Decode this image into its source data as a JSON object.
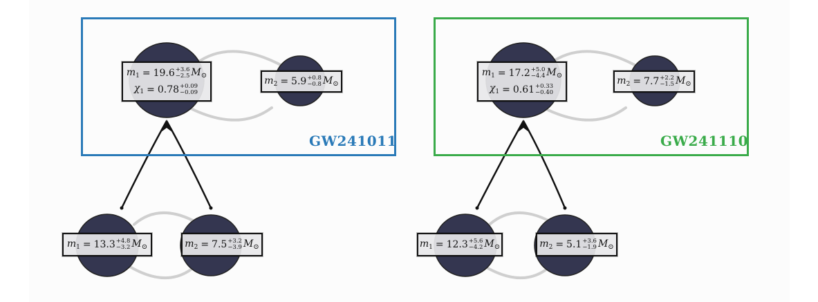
{
  "colors": {
    "bh_fill": "#343650",
    "orbit": "#cfcfcf",
    "arrow": "#111111",
    "event_left": "#2a7ab8",
    "event_right": "#3aab4a"
  },
  "units": {
    "msun_symbol": "M",
    "odot": "⊙"
  },
  "events": [
    {
      "name": "GW241011",
      "remnant_primary": {
        "m_symbol": "m",
        "m_sub": "1",
        "m_value": "19.6",
        "m_err_plus": "+3.6",
        "m_err_minus": "−2.5",
        "chi_symbol": "χ",
        "chi_sub": "1",
        "chi_value": "0.78",
        "chi_err_plus": "+0.09",
        "chi_err_minus": "−0.09"
      },
      "secondary": {
        "m_symbol": "m",
        "m_sub": "2",
        "m_value": "5.9",
        "m_err_plus": "+0.8",
        "m_err_minus": "−0.8"
      },
      "progenitors": [
        {
          "m_symbol": "m",
          "m_sub": "1",
          "m_value": "13.3",
          "m_err_plus": "+4.8",
          "m_err_minus": "−3.2"
        },
        {
          "m_symbol": "m",
          "m_sub": "2",
          "m_value": "7.5",
          "m_err_plus": "+3.2",
          "m_err_minus": "−3.9"
        }
      ]
    },
    {
      "name": "GW241110",
      "remnant_primary": {
        "m_symbol": "m",
        "m_sub": "1",
        "m_value": "17.2",
        "m_err_plus": "+5.0",
        "m_err_minus": "−4.4",
        "chi_symbol": "χ",
        "chi_sub": "1",
        "chi_value": "0.61",
        "chi_err_plus": "+0.33",
        "chi_err_minus": "−0.40"
      },
      "secondary": {
        "m_symbol": "m",
        "m_sub": "2",
        "m_value": "7.7",
        "m_err_plus": "+2.2",
        "m_err_minus": "−1.5"
      },
      "progenitors": [
        {
          "m_symbol": "m",
          "m_sub": "1",
          "m_value": "12.3",
          "m_err_plus": "+5.6",
          "m_err_minus": "−4.2"
        },
        {
          "m_symbol": "m",
          "m_sub": "2",
          "m_value": "5.1",
          "m_err_plus": "+3.6",
          "m_err_minus": "−1.9"
        }
      ]
    }
  ]
}
